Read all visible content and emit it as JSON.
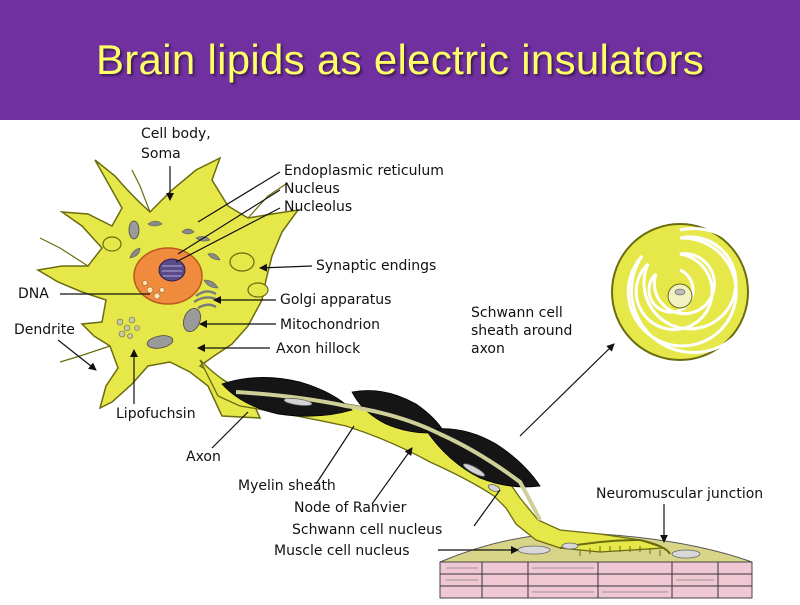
{
  "title": "Brain lipids as electric insulators",
  "colors": {
    "header_bg": "#7030a0",
    "title_text": "#ffff66",
    "cell_fill": "#e6e84a",
    "myelin": "#151515",
    "nucleus": "#f08a3c",
    "muscle": "#f0c8d4"
  },
  "labels": {
    "cell_body": "Cell body,",
    "soma": "Soma",
    "er": "Endoplasmic reticulum",
    "nucleus": "Nucleus",
    "nucleolus": "Nucleolus",
    "synaptic": "Synaptic endings",
    "dna": "DNA",
    "golgi": "Golgi apparatus",
    "dendrite": "Dendrite",
    "mito": "Mitochondrion",
    "hillock": "Axon hillock",
    "lipofuchsin": "Lipofuchsin",
    "axon": "Axon",
    "myelin": "Myelin sheath",
    "ranvier": "Node of Ranvier",
    "schwann_nucleus": "Schwann cell nucleus",
    "muscle_nucleus": "Muscle cell nucleus",
    "nmj": "Neuromuscular junction",
    "schwann_line1": "Schwann cell",
    "schwann_line2": "sheath around",
    "schwann_line3": "axon"
  }
}
